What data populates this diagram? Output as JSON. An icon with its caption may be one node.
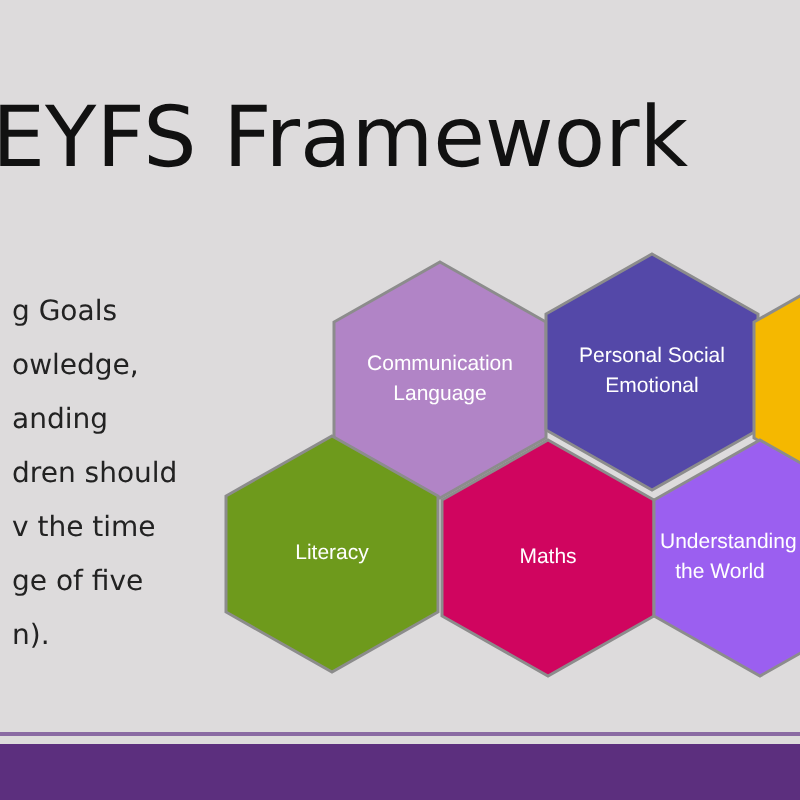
{
  "diagram": {
    "title": "EYFS Framework",
    "nodes": [
      {
        "text": [
          "Communication Language"
        ]
      },
      {
        "text": [
          "Personal Social Emotional"
        ]
      },
      {
        "text": [],
        "shape": "hexagon"
      },
      {
        "text": [
          "Literacy"
        ]
      },
      {
        "text": [
          "Maths"
        ]
      },
      {
        "text": [
          "Understanding the World"
        ]
      }
    ],
    "labels": [
      "g Goals",
      "owledge,",
      "anding",
      "dren should",
      "v the time",
      "ge of five",
      "n)."
    ]
  }
}
